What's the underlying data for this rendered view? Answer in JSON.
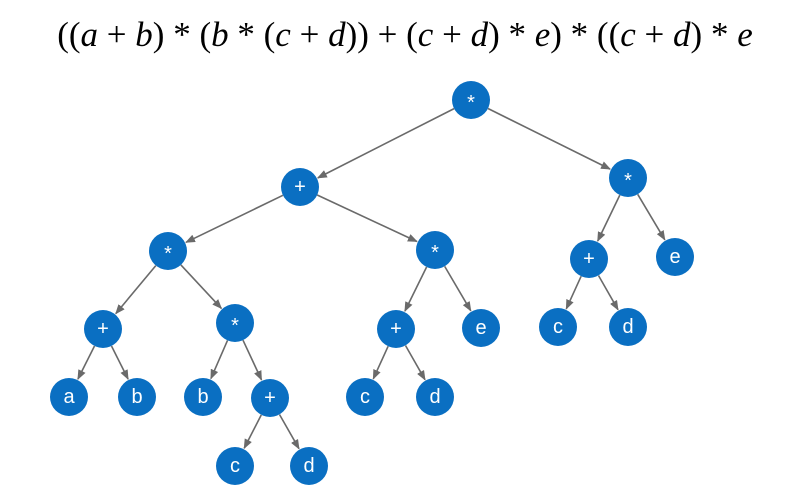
{
  "formula": {
    "tokens": [
      "((",
      "a",
      " + ",
      "b",
      ") * (",
      "b",
      " * (",
      "c",
      " + ",
      "d",
      ")) + (",
      "c",
      " + ",
      "d",
      ") * ",
      "e",
      ") * ((",
      "c",
      " + ",
      "d",
      ") * ",
      "e"
    ],
    "italic": [
      false,
      true,
      false,
      true,
      false,
      true,
      false,
      true,
      false,
      true,
      false,
      true,
      false,
      true,
      false,
      true,
      false,
      true,
      false,
      true,
      false,
      true
    ]
  },
  "tree": {
    "node_color": "#0a6fc2",
    "edge_color": "#6a6a6a",
    "nodes": [
      {
        "id": "n0",
        "label": "*"
      },
      {
        "id": "n1",
        "label": "+"
      },
      {
        "id": "n2",
        "label": "*"
      },
      {
        "id": "n3",
        "label": "+"
      },
      {
        "id": "n4",
        "label": "a"
      },
      {
        "id": "n5",
        "label": "b"
      },
      {
        "id": "n6",
        "label": "*"
      },
      {
        "id": "n7",
        "label": "b"
      },
      {
        "id": "n8",
        "label": "+"
      },
      {
        "id": "n9",
        "label": "c"
      },
      {
        "id": "n10",
        "label": "d"
      },
      {
        "id": "n11",
        "label": "*"
      },
      {
        "id": "n12",
        "label": "+"
      },
      {
        "id": "n13",
        "label": "c"
      },
      {
        "id": "n14",
        "label": "d"
      },
      {
        "id": "n15",
        "label": "e"
      },
      {
        "id": "n16",
        "label": "*"
      },
      {
        "id": "n17",
        "label": "+"
      },
      {
        "id": "n18",
        "label": "c"
      },
      {
        "id": "n19",
        "label": "d"
      },
      {
        "id": "n20",
        "label": "e"
      }
    ],
    "edges": [
      [
        "n0",
        "n1"
      ],
      [
        "n0",
        "n16"
      ],
      [
        "n1",
        "n2"
      ],
      [
        "n1",
        "n11"
      ],
      [
        "n2",
        "n3"
      ],
      [
        "n2",
        "n6"
      ],
      [
        "n3",
        "n4"
      ],
      [
        "n3",
        "n5"
      ],
      [
        "n6",
        "n7"
      ],
      [
        "n6",
        "n8"
      ],
      [
        "n8",
        "n9"
      ],
      [
        "n8",
        "n10"
      ],
      [
        "n11",
        "n12"
      ],
      [
        "n11",
        "n15"
      ],
      [
        "n12",
        "n13"
      ],
      [
        "n12",
        "n14"
      ],
      [
        "n16",
        "n17"
      ],
      [
        "n16",
        "n20"
      ],
      [
        "n17",
        "n18"
      ],
      [
        "n17",
        "n19"
      ]
    ]
  }
}
